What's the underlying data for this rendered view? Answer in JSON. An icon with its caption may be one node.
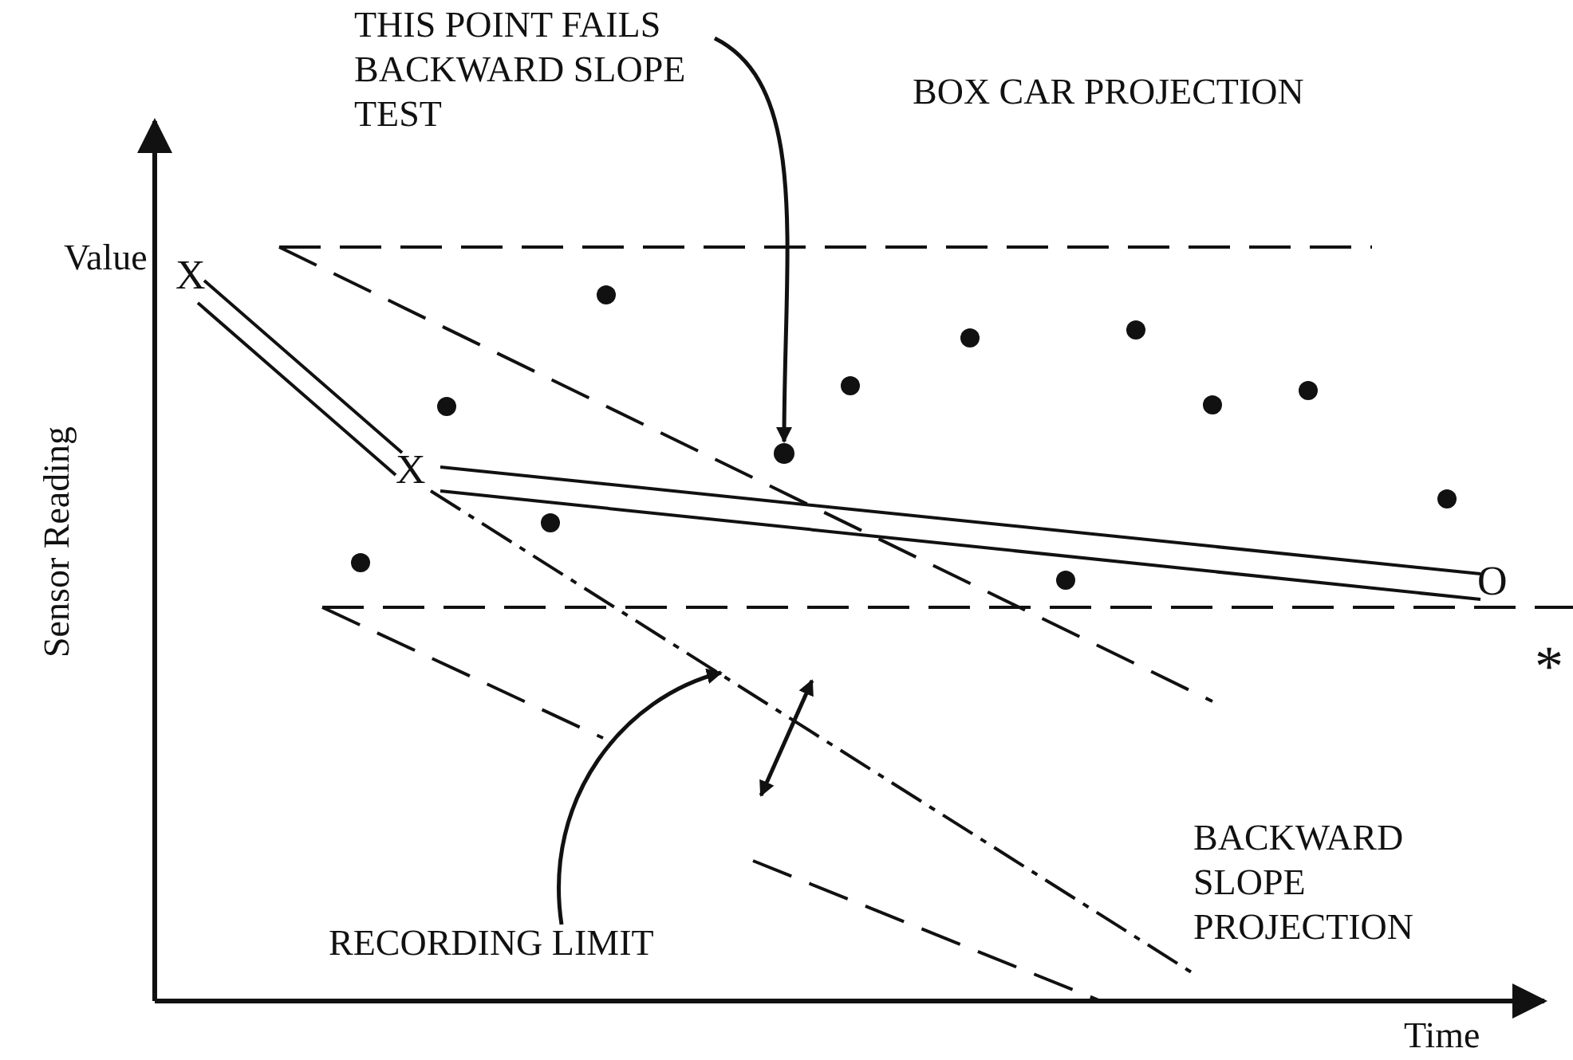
{
  "diagram": {
    "nodes": [
      {
        "text": [
          "THIS POINT FAILS BACKWARD SLOPE TEST"
        ]
      },
      {
        "text": [],
        "shape": "circle"
      },
      {
        "text": [
          "RECORDING LIMIT"
        ]
      }
    ],
    "edges": [
      {
        "from": 0,
        "to": 1,
        "arrow": "to"
      },
      {
        "from": 2,
        "to": null,
        "arrow": "to"
      }
    ],
    "labels": [
      "BOX CAR PROJECTION",
      "Value",
      "X",
      "X",
      "Sensor Reading",
      "O",
      "*",
      "BACKWARD SLOPE PROJECTION",
      "Time"
    ]
  }
}
